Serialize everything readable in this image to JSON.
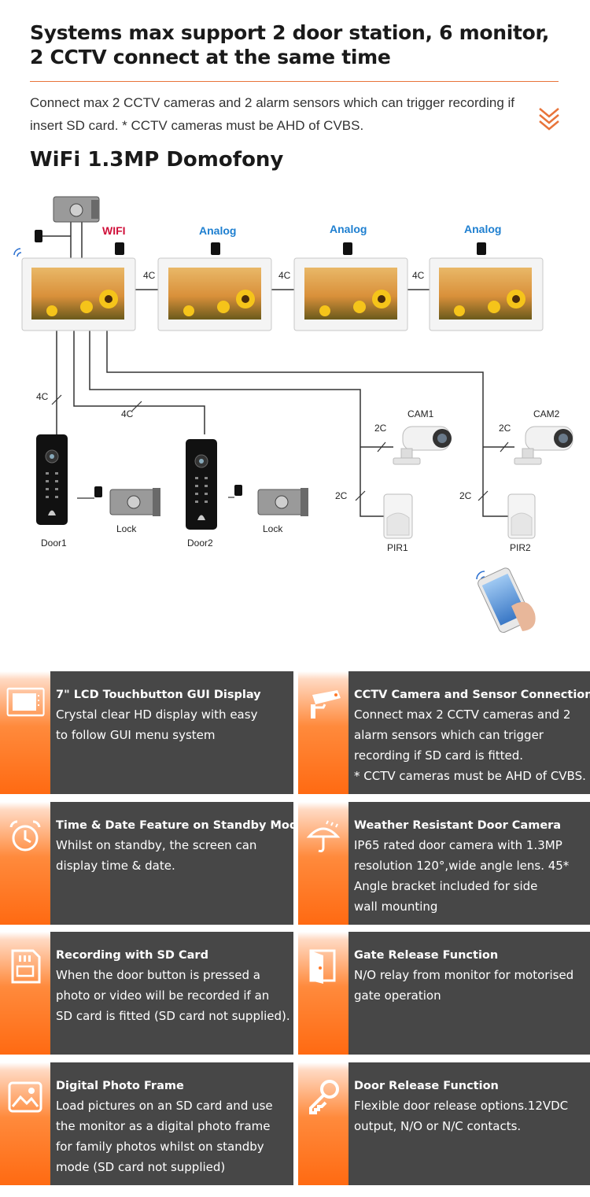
{
  "header": {
    "title": "Systems max support 2 door station, 6 monitor, 2 CCTV connect at the same time",
    "intro": "Connect max 2 CCTV cameras and 2 alarm sensors which can trigger recording if insert SD card. * CCTV cameras must be AHD of CVBS.",
    "subtitle": "WiFi 1.3MP Domofony"
  },
  "diagram": {
    "monitor_labels": [
      "WIFI",
      "Analog",
      "Analog",
      "Analog"
    ],
    "link_labels": [
      "4C",
      "4C",
      "4C",
      "4C",
      "4C",
      "2C",
      "2C",
      "2C",
      "2C"
    ],
    "device_labels": [
      "Door1",
      "Lock",
      "Door2",
      "Lock",
      "CAM1",
      "CAM2",
      "PIR1",
      "PIR2"
    ],
    "colors": {
      "wifi": "#d0103a",
      "analog": "#1e7fd0",
      "accent": "#e8743a"
    }
  },
  "features": [
    {
      "icon": "monitor-icon",
      "title": "7\" LCD Touchbutton GUI Display",
      "desc": "Crystal clear HD display with easy\nto follow GUI menu system"
    },
    {
      "icon": "cctv-camera-icon",
      "title": "CCTV Camera and Sensor Connection",
      "desc": "Connect max 2 CCTV cameras and 2\nalarm sensors which can trigger\nrecording if SD card is fitted.\n* CCTV cameras must be AHD of CVBS."
    },
    {
      "icon": "alarm-clock-icon",
      "title": "Time & Date Feature on Standby Mode",
      "desc": "Whilst on standby, the screen can\ndisplay time & date."
    },
    {
      "icon": "umbrella-rain-icon",
      "title": "Weather Resistant Door Camera",
      "desc": "IP65 rated door camera with 1.3MP\nresolution 120°,wide angle lens. 45*\nAngle bracket included for side\nwall mounting"
    },
    {
      "icon": "sd-card-icon",
      "title": "Recording with SD Card",
      "desc": "When the door button is pressed a\nphoto or video will be recorded if an\nSD card is fitted (SD card not supplied)."
    },
    {
      "icon": "gate-door-icon",
      "title": "Gate Release Function",
      "desc": "N/O relay from monitor for motorised\ngate operation"
    },
    {
      "icon": "photo-frame-icon",
      "title": "Digital Photo Frame",
      "desc": "Load pictures on an SD card and use\nthe monitor as a digital photo frame\n for family photos whilst on standby\nmode (SD card not supplied)"
    },
    {
      "icon": "key-icon",
      "title": "Door Release Function",
      "desc": "Flexible door release options.12VDC\noutput, N/O or N/C contacts."
    }
  ]
}
